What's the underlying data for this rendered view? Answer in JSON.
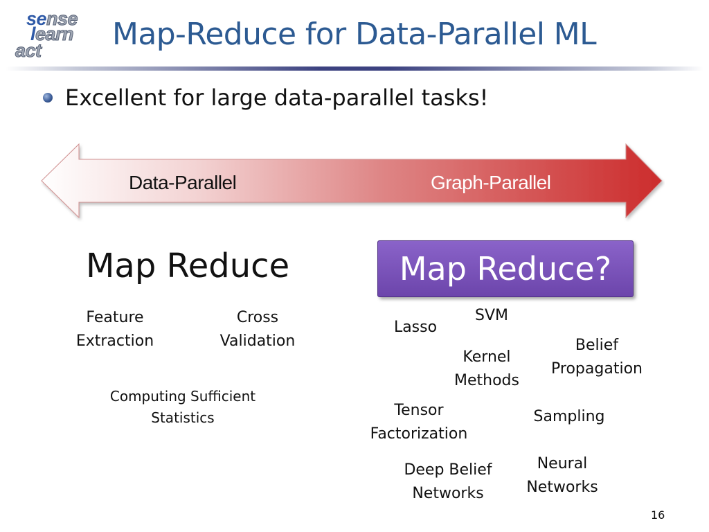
{
  "logo": {
    "line1": [
      "se",
      "nse"
    ],
    "line2": [
      "l",
      "earn"
    ],
    "line3": [
      "a",
      "ct"
    ]
  },
  "title": "Map-Reduce for Data-Parallel ML",
  "bullet": "Excellent for large data-parallel tasks!",
  "arrow": {
    "left_label": "Data-Parallel",
    "right_label": "Graph-Parallel",
    "colors": {
      "start": "#ffffff",
      "end": "#cc2c2c"
    }
  },
  "left_heading": "Map Reduce",
  "right_heading": "Map Reduce?",
  "left_items": [
    {
      "lines": [
        "Feature",
        "Extraction"
      ]
    },
    {
      "lines": [
        "Cross",
        "Validation"
      ]
    },
    {
      "lines": [
        "Computing Sufficient",
        "Statistics"
      ]
    }
  ],
  "right_items": [
    {
      "lines": [
        "SVM"
      ]
    },
    {
      "lines": [
        "Lasso"
      ]
    },
    {
      "lines": [
        "Kernel",
        "Methods"
      ]
    },
    {
      "lines": [
        "Belief",
        "Propagation"
      ]
    },
    {
      "lines": [
        "Tensor",
        "Factorization"
      ]
    },
    {
      "lines": [
        "Sampling"
      ]
    },
    {
      "lines": [
        "Neural",
        "Networks"
      ]
    },
    {
      "lines": [
        "Deep Belief",
        "Networks"
      ]
    }
  ],
  "page_number": "16"
}
